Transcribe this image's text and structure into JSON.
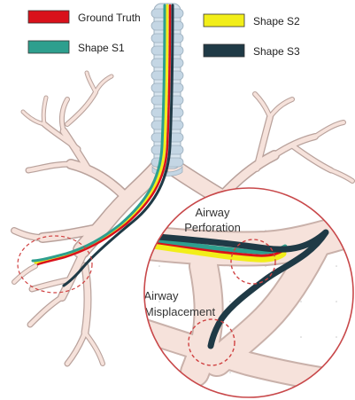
{
  "legend": {
    "items": [
      {
        "label": "Ground Truth",
        "color": "#d9111b"
      },
      {
        "label": "Shape S1",
        "color": "#2e9f8e"
      },
      {
        "label": "Shape S2",
        "color": "#f2ee19"
      },
      {
        "label": "Shape S3",
        "color": "#1f3a46"
      }
    ]
  },
  "annotations": {
    "perforation": [
      "Airway",
      "Perforation"
    ],
    "misplacement": [
      "Airway",
      "Misplacement"
    ]
  },
  "colors": {
    "airway_fill": "#f6e2db",
    "airway_edge": "#b9a29c",
    "trachea_ring": "#cfdeea",
    "highlight_circle": "#d04141",
    "magnifier_border": "#c8484a"
  }
}
